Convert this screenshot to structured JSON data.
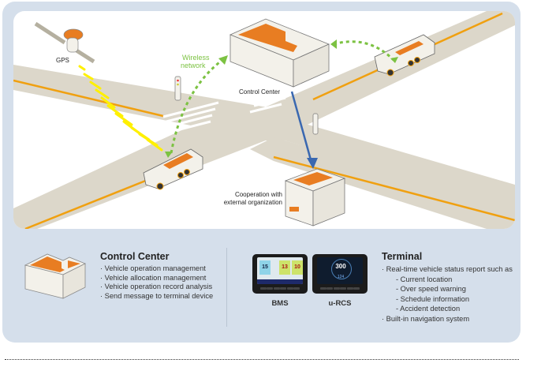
{
  "diagram": {
    "labels": {
      "gps": "GPS",
      "wireless": [
        "Wireless",
        "network"
      ],
      "control_center": "Control Center",
      "cooperation": [
        "Cooperation with",
        "external organization"
      ]
    },
    "colors": {
      "panel_bg": "#d5dfeb",
      "road": "#dcd7ca",
      "road_line": "#f0a010",
      "building_roof": "#e87d22",
      "wireless_arrow": "#7cc242",
      "gps_signal": "#fff000",
      "link_arrow": "#3a68b0"
    }
  },
  "control_center": {
    "title": "Control Center",
    "items": [
      "· Vehicle operation management",
      "· Vehicle allocation management",
      "· Vehicle operation record analysis",
      "· Send message to terminal device"
    ]
  },
  "terminal": {
    "title": "Terminal",
    "items": [
      "· Real-time vehicle status report such as",
      "- Current location",
      "- Over speed warning",
      "- Schedule information",
      "- Accident detection",
      "· Built-in navigation system"
    ],
    "devices": [
      {
        "name": "BMS",
        "screen_values": [
          "15",
          "13",
          "10"
        ]
      },
      {
        "name": "u-RCS",
        "speed": "300",
        "speed_unit": "km",
        "sub_value": "124",
        "sub_unit": "km/h"
      }
    ]
  }
}
